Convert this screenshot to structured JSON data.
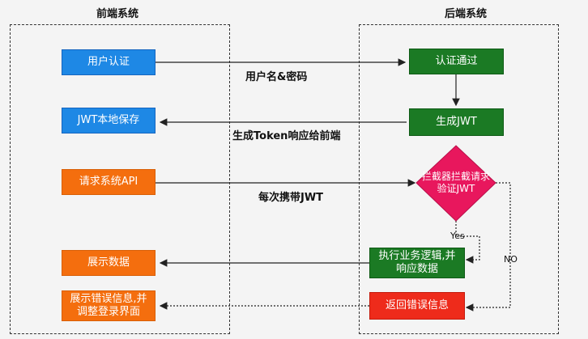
{
  "frontend": {
    "title": "前端系统",
    "user_auth": "用户认证",
    "jwt_save": "JWT本地保存",
    "request_api": "请求系统API",
    "show_data": "展示数据",
    "show_error_line1": "展示错误信息,并",
    "show_error_line2": "调整登录界面"
  },
  "backend": {
    "title": "后端系统",
    "auth_pass": "认证通过",
    "gen_jwt": "生成JWT",
    "interceptor_line1": "拦截器拦截请求",
    "interceptor_line2": "验证JWT",
    "exec_line1": "执行业务逻辑,并",
    "exec_line2": "响应数据",
    "return_error": "返回错误信息"
  },
  "arrows": {
    "username_password": "用户名&密码",
    "token_to_frontend": "生成Token响应给前端",
    "carry_jwt": "每次携带JWT",
    "yes": "Yes",
    "no": "NO"
  },
  "colors": {
    "blue": "#1e88e5",
    "green": "#1b7a24",
    "orange": "#f46e0e",
    "red": "#ee2b1b",
    "pink": "#e8175d"
  }
}
